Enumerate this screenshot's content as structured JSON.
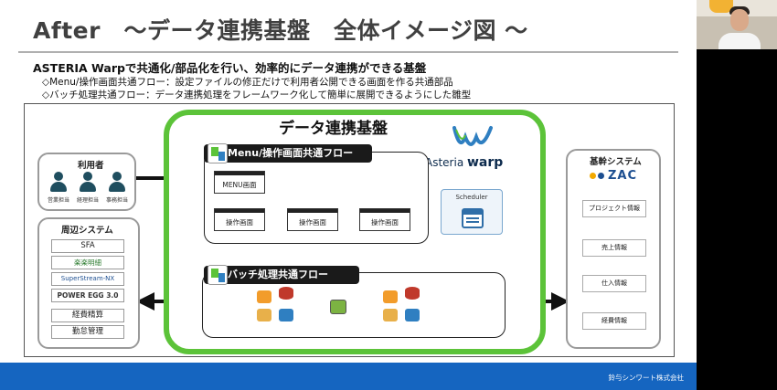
{
  "slide": {
    "title": "After　～データ連携基盤　全体イメージ図 ～",
    "subtitle": "ASTERIA Warpで共通化/部品化を行い、効率的にデータ連携ができる基盤",
    "bullets": [
      "◇Menu/操作画面共通フロー：設定ファイルの修正だけで利用者公開できる画面を作る共通部品",
      "◇バッチ処理共通フロー：データ連携処理をフレームワーク化して簡単に展開できるようにした雛型"
    ],
    "footer": "鈴与シンワート株式会社"
  },
  "users_box": {
    "title": "利用者",
    "users": [
      "営業担当",
      "経理担当",
      "事務担当"
    ]
  },
  "peripheral_box": {
    "title": "周辺システム",
    "items": [
      "SFA",
      "楽楽明細",
      "SuperStream-NX",
      "POWER EGG 3.0",
      "経費精算",
      "勤怠管理"
    ]
  },
  "platform": {
    "title": "データ連携基盤",
    "brand_prefix": "Asteria",
    "brand_suffix": "warp",
    "menu_flow": {
      "label": "Menu/操作画面共通フロー",
      "menu_screen": "MENU画面",
      "screens": [
        "操作画面",
        "操作画面",
        "操作画面"
      ]
    },
    "scheduler": "Scheduler",
    "batch_flow": {
      "label": "バッチ処理共通フロー"
    }
  },
  "core_box": {
    "title": "基幹システム",
    "logo_text": "ZAC",
    "items": [
      "プロジェクト情報",
      "売上情報",
      "仕入情報",
      "経費情報"
    ]
  },
  "colors": {
    "platform_border": "#5cc339",
    "footer_bar": "#1565c0",
    "flow_tag": "#1a1a1a"
  }
}
